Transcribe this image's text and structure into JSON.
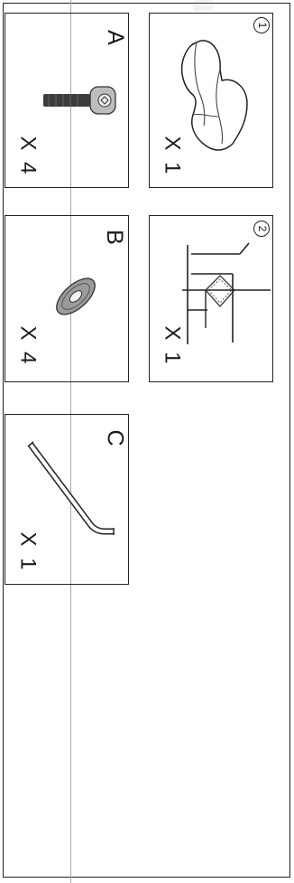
{
  "parts": [
    {
      "id": "A",
      "quantity": "X 4",
      "icon": "bolt-icon"
    },
    {
      "id": "B",
      "quantity": "X 4",
      "icon": "washer-icon"
    },
    {
      "id": "C",
      "quantity": "X 1",
      "icon": "hex-key-icon"
    }
  ],
  "components": [
    {
      "number": "1",
      "quantity": "X 1",
      "icon": "chair-seat-icon"
    },
    {
      "number": "2",
      "quantity": "X 1",
      "icon": "chair-base-icon"
    }
  ]
}
